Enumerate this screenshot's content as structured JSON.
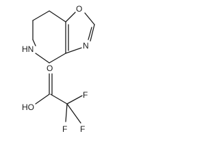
{
  "molecule_1": {
    "atoms": {
      "oxygen": "O",
      "nitrogen_ring": "N",
      "nitrogen_amine": "HN"
    }
  },
  "molecule_2": {
    "atoms": {
      "carbonyl_oxygen": "O",
      "hydroxyl": "HO",
      "fluorine_1": "F",
      "fluorine_2": "F",
      "fluorine_3": "F"
    }
  }
}
